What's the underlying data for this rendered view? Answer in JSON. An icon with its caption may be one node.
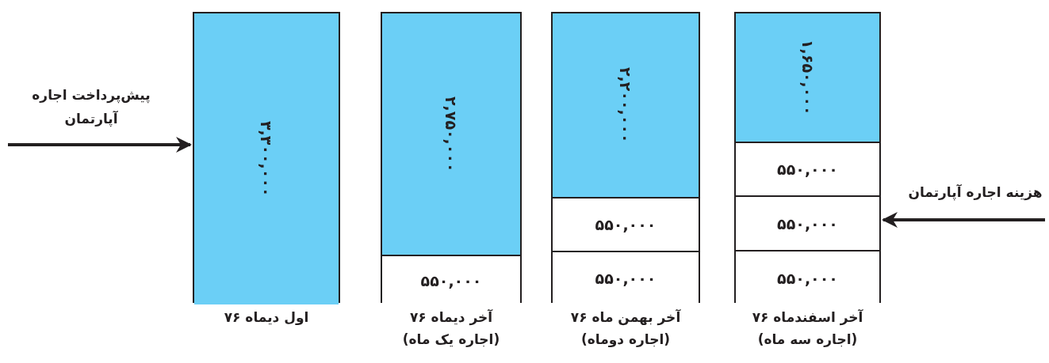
{
  "diagram": {
    "nodes": [
      {
        "text": [
          "اول دیماه ۷۶"
        ]
      },
      {
        "text": [
          "۳,۳۰۰,۰۰۰"
        ],
        "in": 0
      },
      {
        "text": [
          "آخر دیماه ۷۶",
          "(اجاره یک ماه)"
        ]
      },
      {
        "text": [
          "۲,۷۵۰,۰۰۰"
        ],
        "in": 2
      },
      {
        "text": [
          "۵۵۰,۰۰۰"
        ],
        "in": 2
      },
      {
        "text": [
          "آخر بهمن ماه ۷۶",
          "(اجاره دوماه)"
        ]
      },
      {
        "text": [
          "۲,۲۰۰,۰۰۰"
        ],
        "in": 5
      },
      {
        "text": [
          "۵۵۰,۰۰۰"
        ],
        "in": 5
      },
      {
        "text": [
          "۵۵۰,۰۰۰"
        ],
        "in": 5
      },
      {
        "text": [
          "آخر اسفندماه ۷۶",
          "(اجاره سه ماه)"
        ]
      },
      {
        "text": [
          "۱,۶۵۰,۰۰۰"
        ],
        "in": 9
      },
      {
        "text": [
          "۵۵۰,۰۰۰"
        ],
        "in": 9
      },
      {
        "text": [
          "۵۵۰,۰۰۰"
        ],
        "in": 9
      },
      {
        "text": [
          "۵۵۰,۰۰۰"
        ],
        "in": 9
      }
    ],
    "edges": [
      {
        "from": null,
        "to": 1,
        "arrow": "to",
        "label": "پیش‌پرداخت اجاره آپارتمان"
      },
      {
        "from": null,
        "to": 12,
        "arrow": "to",
        "label": "هزینه اجاره آپارتمان"
      }
    ]
  }
}
